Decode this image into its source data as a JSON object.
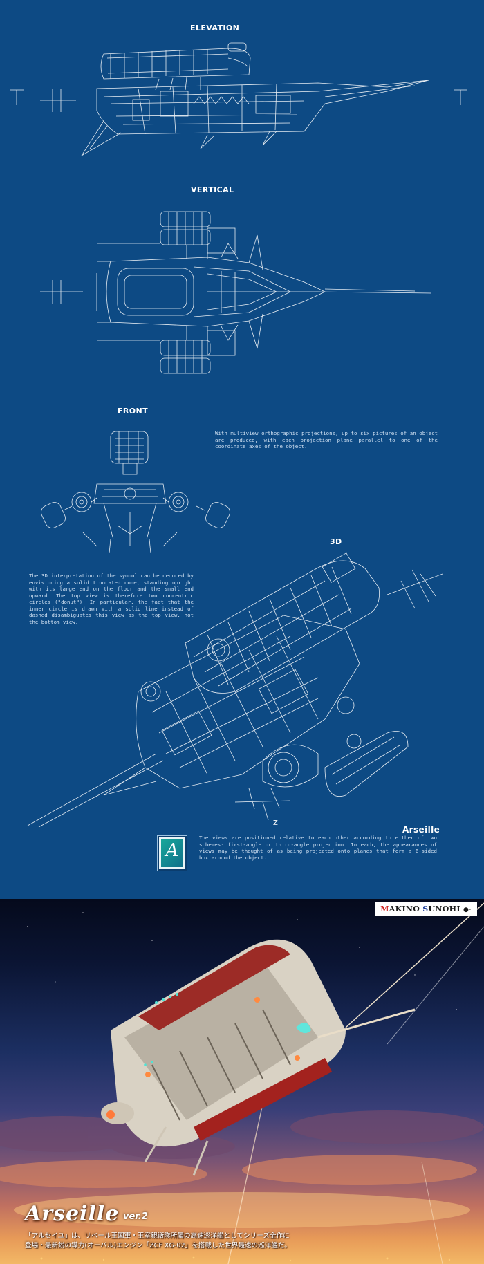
{
  "blueprint": {
    "sections": {
      "elevation": "ELEVATION",
      "vertical": "VERTICAL",
      "front": "FRONT",
      "three_d": "3D",
      "name": "Arseille"
    },
    "axis_label": "Z",
    "paragraphs": {
      "multiview": "With multiview orthographic projections, up to six pictures of an object are produced, with each projection plane parallel to one of the coordinate axes of the object.",
      "interpretation": "The 3D interpretation of the symbol can be deduced by envisioning a solid truncated cone, standing upright with its large end on the floor and the small end upward. The top view is therefore two concentric circles (\"donut\"). In particular, the fact that the inner circle is drawn with a solid line instead of dashed disambiguates this view as the top view, not the bottom view.",
      "schemes": "The views are positioned relative to each other according to either of two schemes: first-angle or third-angle projection. In each, the appearances of views may be thought of as being projected onto planes that form a 6-sided box around the object."
    },
    "logo_letter": "A",
    "colors": {
      "background": "#0d4a84",
      "line": "#ffffff"
    }
  },
  "illustration": {
    "brand": {
      "m": "M",
      "akino": "AKINO ",
      "s": "S",
      "unohi": "UNOHI"
    },
    "title": "Arseille",
    "version": "ver.2",
    "description_line1": "「アルセイユ」は、リベール王国軍・王室親衛隊所属の高速巡洋艦としてシリーズ全作に",
    "description_line2": "登場・最新鋭の導力(オーバル)エンジン「ZCF XG-02」を搭載した世界最速の巡洋艦だ。"
  }
}
